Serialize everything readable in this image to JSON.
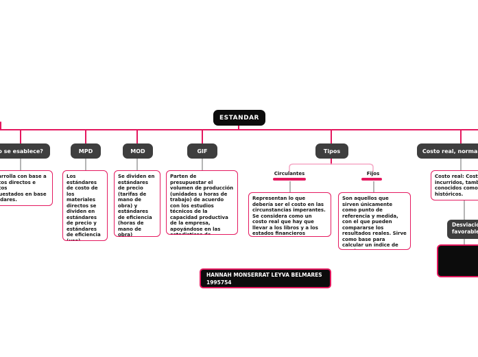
{
  "colors": {
    "accent_crimson": "#e4175e",
    "accent_light_pink": "#f5a8c5",
    "topic_gray": "#3e3e3e",
    "node_black": "#0c0c0c",
    "connector_gray": "#9b9b9b"
  },
  "root": {
    "label": "ESTANDAR"
  },
  "branches": [
    {
      "label": "¿Cómo se esablece?",
      "note": "Se desarrolla con base a los costos directos e indirectos presupuestados en base a estándares."
    },
    {
      "label": "MPD",
      "note": "Los estándares de costo de los materiales directos se dividen en estándares de precio y estándares de eficiencia (uso)."
    },
    {
      "label": "MOD",
      "note": "Se dividen en estándares de precio (tarifas de mano de obra) y estándares de eficiencia (horas de mano de obra)"
    },
    {
      "label": "GIF",
      "note": "Parten de presupuestar el volumen de producción (unidades u horas de trabajo) de acuerdo con los estudios técnicos de la capacidad productiva de la empresa, apoyándose en las estadisticas de contabilidad."
    },
    {
      "label": "Tipos",
      "children": [
        {
          "label": "Circulantes",
          "note": "Representan lo que debería ser el costo en las circunstancias imperantes. Se considera como un costo real que hay que llevar a los libros y a los estados financieros"
        },
        {
          "label": "Fijos",
          "note": "Son aquellos que sirven únicamente como punto de referencia y medida, con el que pueden compararse los resultados reales. Sirve como base para calcular un índice de precios."
        }
      ]
    },
    {
      "label": "Costo real, normal y estándar",
      "note": "Costo real: Costos ya incurridos, también conocidos como históricos.",
      "sub": {
        "label": "Desviación favorable"
      }
    }
  ],
  "footer": {
    "line1": "HANNAH MONSERRAT LEYVA BELMARES",
    "line2": "1995754"
  }
}
